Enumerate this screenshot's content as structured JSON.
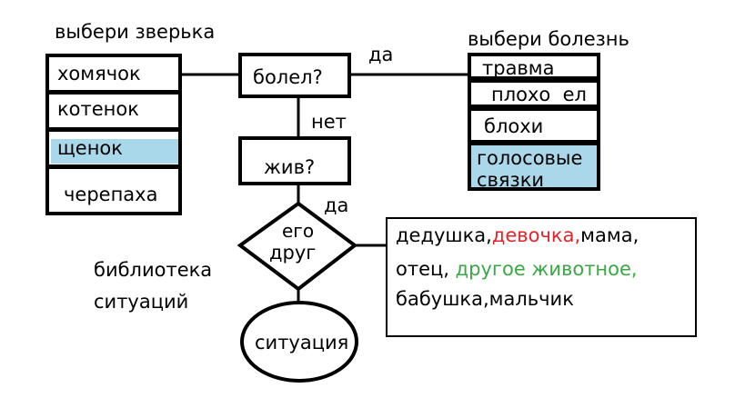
{
  "animals": {
    "title": "выбери зверька",
    "items": [
      {
        "label": "хомячок",
        "highlighted": false
      },
      {
        "label": "котенок",
        "highlighted": false
      },
      {
        "label": "щенок",
        "highlighted": true
      },
      {
        "label": "черепаха",
        "highlighted": false
      }
    ]
  },
  "illnesses": {
    "title": "выбери болезнь",
    "items": [
      {
        "label": "травма",
        "highlighted": false
      },
      {
        "label": "плохо  ел",
        "highlighted": false
      },
      {
        "label": "блохи",
        "highlighted": false
      },
      {
        "label": "голосовые связки",
        "highlighted": true
      }
    ]
  },
  "nodes": {
    "sick": "болел?",
    "alive": "жив?",
    "friend_line1": "его",
    "friend_line2": "друг",
    "situation": "ситуация"
  },
  "edges": {
    "yes_sick": "да",
    "no_sick": "нет",
    "yes_alive": "да"
  },
  "library": {
    "line1": "библиотека",
    "line2": "ситуаций"
  },
  "friends": {
    "part1": "дедушка,",
    "part2": "девочка,",
    "part3": "мама,",
    "part4": "отец, ",
    "part5": "другое животное,",
    "part6": "бабушка,мальчик"
  },
  "colors": {
    "highlight": "#a8d8ea",
    "red_text": "#e0262b",
    "green_text": "#39a845"
  }
}
